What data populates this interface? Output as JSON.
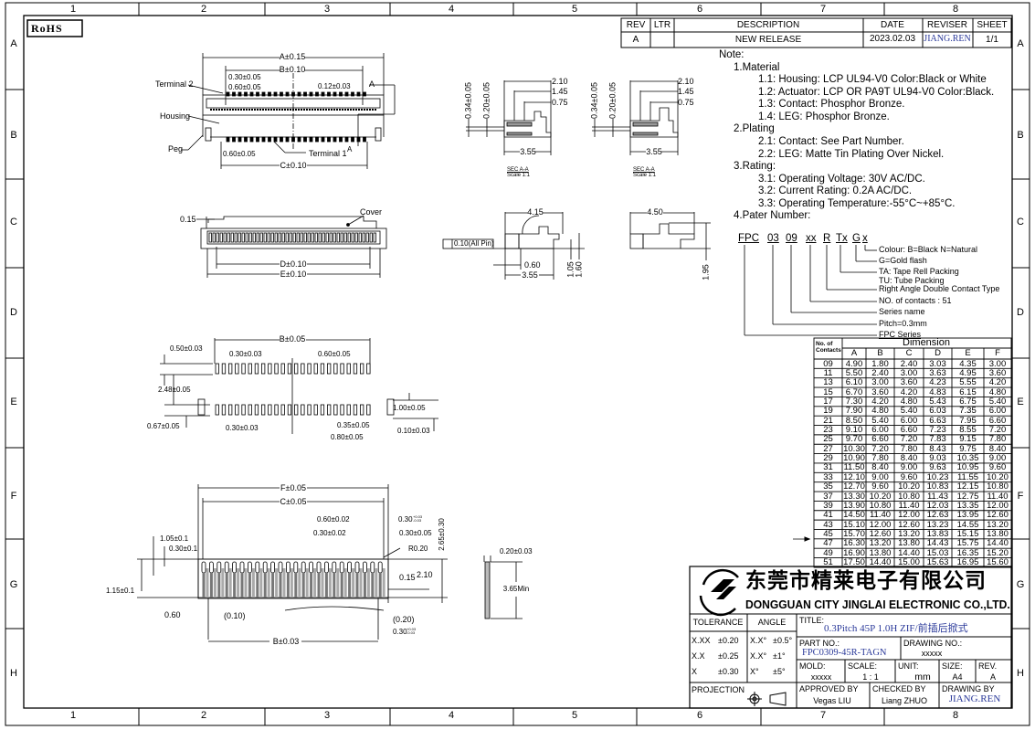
{
  "ruler": {
    "cols": [
      "1",
      "2",
      "3",
      "4",
      "5",
      "6",
      "7",
      "8"
    ],
    "rows": [
      "A",
      "B",
      "C",
      "D",
      "E",
      "F",
      "G",
      "H"
    ]
  },
  "logo_rohs": "RoHS",
  "revision": {
    "headers": [
      "REV",
      "LTR",
      "DESCRIPTION",
      "DATE",
      "REVISER",
      "SHEET"
    ],
    "row": [
      "A",
      "",
      "NEW RELEASE",
      "2023.02.03",
      "JIANG.REN",
      "1/1"
    ]
  },
  "notes": {
    "title": "Note:",
    "sections": [
      {
        "title": "1.Material",
        "items": [
          "1.1: Housing: LCP UL94-V0 Color:Black or White",
          "1.2: Actuator: LCP OR PA9T UL94-V0 Color:Black.",
          "1.3: Contact: Phosphor Bronze.",
          "1.4: LEG: Phosphor Bronze."
        ]
      },
      {
        "title": "2.Plating",
        "items": [
          "2.1: Contact: See Part Number.",
          "2.2: LEG: Matte Tin Plating Over Nickel."
        ]
      },
      {
        "title": "3.Rating:",
        "items": [
          "3.1: Operating Voltage: 30V AC/DC.",
          "3.2: Current Rating: 0.2A AC/DC.",
          "3.3: Operating Temperature:-55°C~+85°C."
        ]
      },
      {
        "title": "4.Pater Number:",
        "items": []
      }
    ]
  },
  "part_number": {
    "codes": [
      "FPC",
      "03",
      "09",
      "xx",
      "R",
      "Tx",
      "G",
      "x"
    ],
    "legend": [
      "Colour: B=Black N=Natural",
      "G=Gold flash",
      "TA: Tape Rell Packing",
      "TU: Tube Packing",
      "Right Angle Double Contact Type",
      "NO. of contacts : 51",
      "Series name",
      "Pitch=0.3mm",
      "FPC Series"
    ]
  },
  "dimension_table": {
    "header_contacts": "No. of Contacts",
    "header_dimension": "Dimension",
    "columns": [
      "A",
      "B",
      "C",
      "D",
      "E",
      "F"
    ],
    "highlighted_row": "45",
    "rows": [
      [
        "09",
        "4.90",
        "1.80",
        "2.40",
        "3.03",
        "4.35",
        "3.00"
      ],
      [
        "11",
        "5.50",
        "2.40",
        "3.00",
        "3.63",
        "4.95",
        "3.60"
      ],
      [
        "13",
        "6.10",
        "3.00",
        "3.60",
        "4.23",
        "5.55",
        "4.20"
      ],
      [
        "15",
        "6.70",
        "3.60",
        "4.20",
        "4.83",
        "6.15",
        "4.80"
      ],
      [
        "17",
        "7.30",
        "4.20",
        "4.80",
        "5.43",
        "6.75",
        "5.40"
      ],
      [
        "19",
        "7.90",
        "4.80",
        "5.40",
        "6.03",
        "7.35",
        "6.00"
      ],
      [
        "21",
        "8.50",
        "5.40",
        "6.00",
        "6.63",
        "7.95",
        "6.60"
      ],
      [
        "23",
        "9.10",
        "6.00",
        "6.60",
        "7.23",
        "8.55",
        "7.20"
      ],
      [
        "25",
        "9.70",
        "6.60",
        "7.20",
        "7.83",
        "9.15",
        "7.80"
      ],
      [
        "27",
        "10.30",
        "7.20",
        "7.80",
        "8.43",
        "9.75",
        "8.40"
      ],
      [
        "29",
        "10.90",
        "7.80",
        "8.40",
        "9.03",
        "10.35",
        "9.00"
      ],
      [
        "31",
        "11.50",
        "8.40",
        "9.00",
        "9.63",
        "10.95",
        "9.60"
      ],
      [
        "33",
        "12.10",
        "9.00",
        "9.60",
        "10.23",
        "11.55",
        "10.20"
      ],
      [
        "35",
        "12.70",
        "9.60",
        "10.20",
        "10.83",
        "12.15",
        "10.80"
      ],
      [
        "37",
        "13.30",
        "10.20",
        "10.80",
        "11.43",
        "12.75",
        "11.40"
      ],
      [
        "39",
        "13.90",
        "10.80",
        "11.40",
        "12.03",
        "13.35",
        "12.00"
      ],
      [
        "41",
        "14.50",
        "11.40",
        "12.00",
        "12.63",
        "13.95",
        "12.60"
      ],
      [
        "43",
        "15.10",
        "12.00",
        "12.60",
        "13.23",
        "14.55",
        "13.20"
      ],
      [
        "45",
        "15.70",
        "12.60",
        "13.20",
        "13.83",
        "15.15",
        "13.80"
      ],
      [
        "47",
        "16.30",
        "13.20",
        "13.80",
        "14.43",
        "15.75",
        "14.40"
      ],
      [
        "49",
        "16.90",
        "13.80",
        "14.40",
        "15.03",
        "16.35",
        "15.20"
      ],
      [
        "51",
        "17.50",
        "14.40",
        "15.00",
        "15.63",
        "16.95",
        "15.60"
      ]
    ]
  },
  "title_block": {
    "company_cn": "东莞市精莱电子有限公司",
    "company_en": "DONGGUAN CITY JINGLAI ELECTRONIC CO.,LTD.",
    "tolerance_label": "TOLERANCE",
    "angle_label": "ANGLE",
    "tolerances": [
      [
        "X.XX",
        "±0.20"
      ],
      [
        "X.X",
        "±0.25"
      ],
      [
        "X",
        "±0.30"
      ]
    ],
    "angles": [
      [
        "X.X°",
        "±0.5°"
      ],
      [
        "X.X°",
        "±1°"
      ],
      [
        "X°",
        "±5°"
      ]
    ],
    "title_label": "TITLE:",
    "title_value": "0.3Pitch 45P 1.0H ZIF/前插后掀式",
    "part_no_label": "PART NO.:",
    "part_no_value": "FPC0309-45R-TAGN",
    "drawing_no_label": "DRAWING NO.:",
    "drawing_no_value": "xxxxx",
    "mold_label": "MOLD:",
    "mold_value": "xxxxx",
    "scale_label": "SCALE:",
    "scale_value": "1 : 1",
    "unit_label": "UNIT:",
    "unit_value": "mm",
    "size_label": "SIZE:",
    "size_value": "A4",
    "rev_label": "REV.",
    "rev_value": "A",
    "projection_label": "PROJECTION",
    "approved_label": "APPROVED BY",
    "approved_value": "Vegas LIU",
    "checked_label": "CHECKED BY",
    "checked_value": "Liang ZHUO",
    "drawing_by_label": "DRAWING BY",
    "drawing_by_value": "JIANG.REN"
  },
  "views": {
    "top": {
      "a": "A±0.15",
      "b": "B±0.10",
      "p1": "0.30±0.05",
      "p2": "0.60±0.05",
      "p3": "0.12±0.03",
      "sec": "A",
      "terminal2": "Terminal 2",
      "housing": "Housing",
      "peg": "Peg",
      "p4": "0.60±0.05",
      "terminal1": "Terminal 1",
      "sec2": "A",
      "c": "C±0.10"
    },
    "front": {
      "t": "0.15",
      "cover": "Cover",
      "d": "D±0.10",
      "e": "E±0.10"
    },
    "section1": {
      "h1": "0.34±0.05",
      "h2": "0.20±0.05",
      "d1": "2.10",
      "d2": "1.45",
      "d3": "0.75",
      "w": "3.55",
      "title": "SEC A-A",
      "scale": "Scale 1:1"
    },
    "section2": {
      "h1": "0.34±0.05",
      "h2": "0.20±0.05",
      "d1": "2.10",
      "d2": "1.45",
      "d3": "0.75",
      "w": "3.55",
      "title": "SEC A-A",
      "scale": "Scale 1:1"
    },
    "side1": {
      "w": "4.15",
      "flat": "0.10(All Pin)",
      "p": "0.60",
      "base": "3.55",
      "h1": "1.05",
      "h2": "1.60"
    },
    "side2": {
      "w": "4.50",
      "h": "1.95"
    },
    "pcb": {
      "b": "B±0.05",
      "a1": "0.50±0.03",
      "a2": "0.30±0.03",
      "a3": "0.60±0.05",
      "a4": "2.48±0.05",
      "a5": "1.00±0.05",
      "a6": "0.67±0.05",
      "a7": "0.30±0.03",
      "a8": "0.35±0.05",
      "a9": "0.10±0.03",
      "a10": "0.80±0.05"
    },
    "fpc": {
      "f": "F±0.05",
      "c": "C±0.05",
      "a1": "0.60±0.02",
      "a2": "0.30±0.02",
      "a3": "0.30",
      "a3tol": "+0.03 -0.03",
      "a4": "0.30±0.05",
      "a5": "2.65±0.30",
      "a6": "R0.20",
      "a7": "1.05±0.1",
      "a8": "0.30±0.1",
      "a9": "0.15",
      "a10": "2.10",
      "a11": "1.15±0.1",
      "a12": "0.60",
      "a13": "(0.10)",
      "a14": "(0.20)",
      "a15": "0.30",
      "a15tol": "+0.03 -0.03",
      "b": "B±0.03",
      "t": "0.20±0.03",
      "l": "3.65Min"
    }
  }
}
